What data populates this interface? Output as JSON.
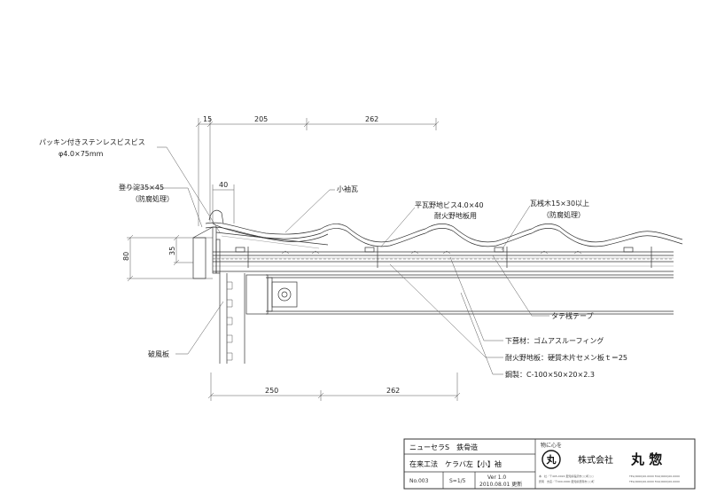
{
  "drawing": {
    "labels": {
      "screw": "パッキン付きステンレスビスビス",
      "screw_size": "φ4.0×75mm",
      "ridge_batten": "登り淀35×45",
      "ridge_batten_note": "（防腐処理）",
      "small_sleeve_tile": "小袖瓦",
      "base_screw": "平瓦野地ビス4.0×40",
      "base_screw_note": "耐火野地板用",
      "tile_batten": "瓦桟木15×30以上",
      "tile_batten_note": "（防腐処理）",
      "vertical_tape": "タテ桟テープ",
      "underlay": "下葺材：ゴムアスルーフィング",
      "fireproof_board": "耐火野地板：硬質木片セメン板ｔ＝25",
      "steel": "鋼製：C-100×50×20×2.3",
      "bargeboard": "破風板"
    },
    "dimensions": {
      "top_15": "15",
      "top_205": "205",
      "top_262": "262",
      "d40": "40",
      "d80": "80",
      "d35": "35",
      "bottom_250": "250",
      "bottom_262": "262"
    }
  },
  "title_block": {
    "product": "ニューセラS　鉄骨造",
    "description": "在来工法　ケラバ左【小】袖",
    "number": "No.003",
    "scale": "S=1/5",
    "version": "Ver 1.0",
    "date": "2010.08.01 更新",
    "motto": "物に心を",
    "logo_char": "丸",
    "company_prefix": "株式会社",
    "company_name": "丸 惣",
    "address_lines": [
      "本　社／〒495-0024 愛知県稲沢市○○町○○",
      "TEL(0000)00-0000 FAX(0000)00-0000",
      "碧南　支店／〒000-0000 愛知県碧南市○○町",
      "TEL(0000)00-0000 FAX(0000)00-0000"
    ]
  }
}
